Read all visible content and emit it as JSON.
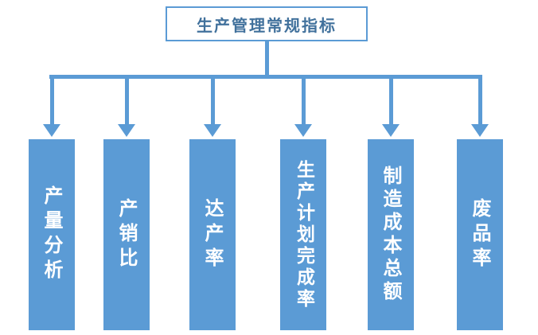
{
  "diagram": {
    "title": "生产管理常规指标",
    "nodes": [
      {
        "label": "产量分析"
      },
      {
        "label": "产销比"
      },
      {
        "label": "达产率"
      },
      {
        "label": "生产计划完成率"
      },
      {
        "label": "制造成本总额"
      },
      {
        "label": "废品率"
      }
    ],
    "colors": {
      "accent": "#5B9BD5",
      "node_fill": "#5B9BD5",
      "node_text": "#FFFFFF",
      "title_text": "#41719C",
      "title_border": "#5B9BD5",
      "background": "#FFFFFF"
    },
    "type": "tree",
    "direction": "top-down"
  }
}
